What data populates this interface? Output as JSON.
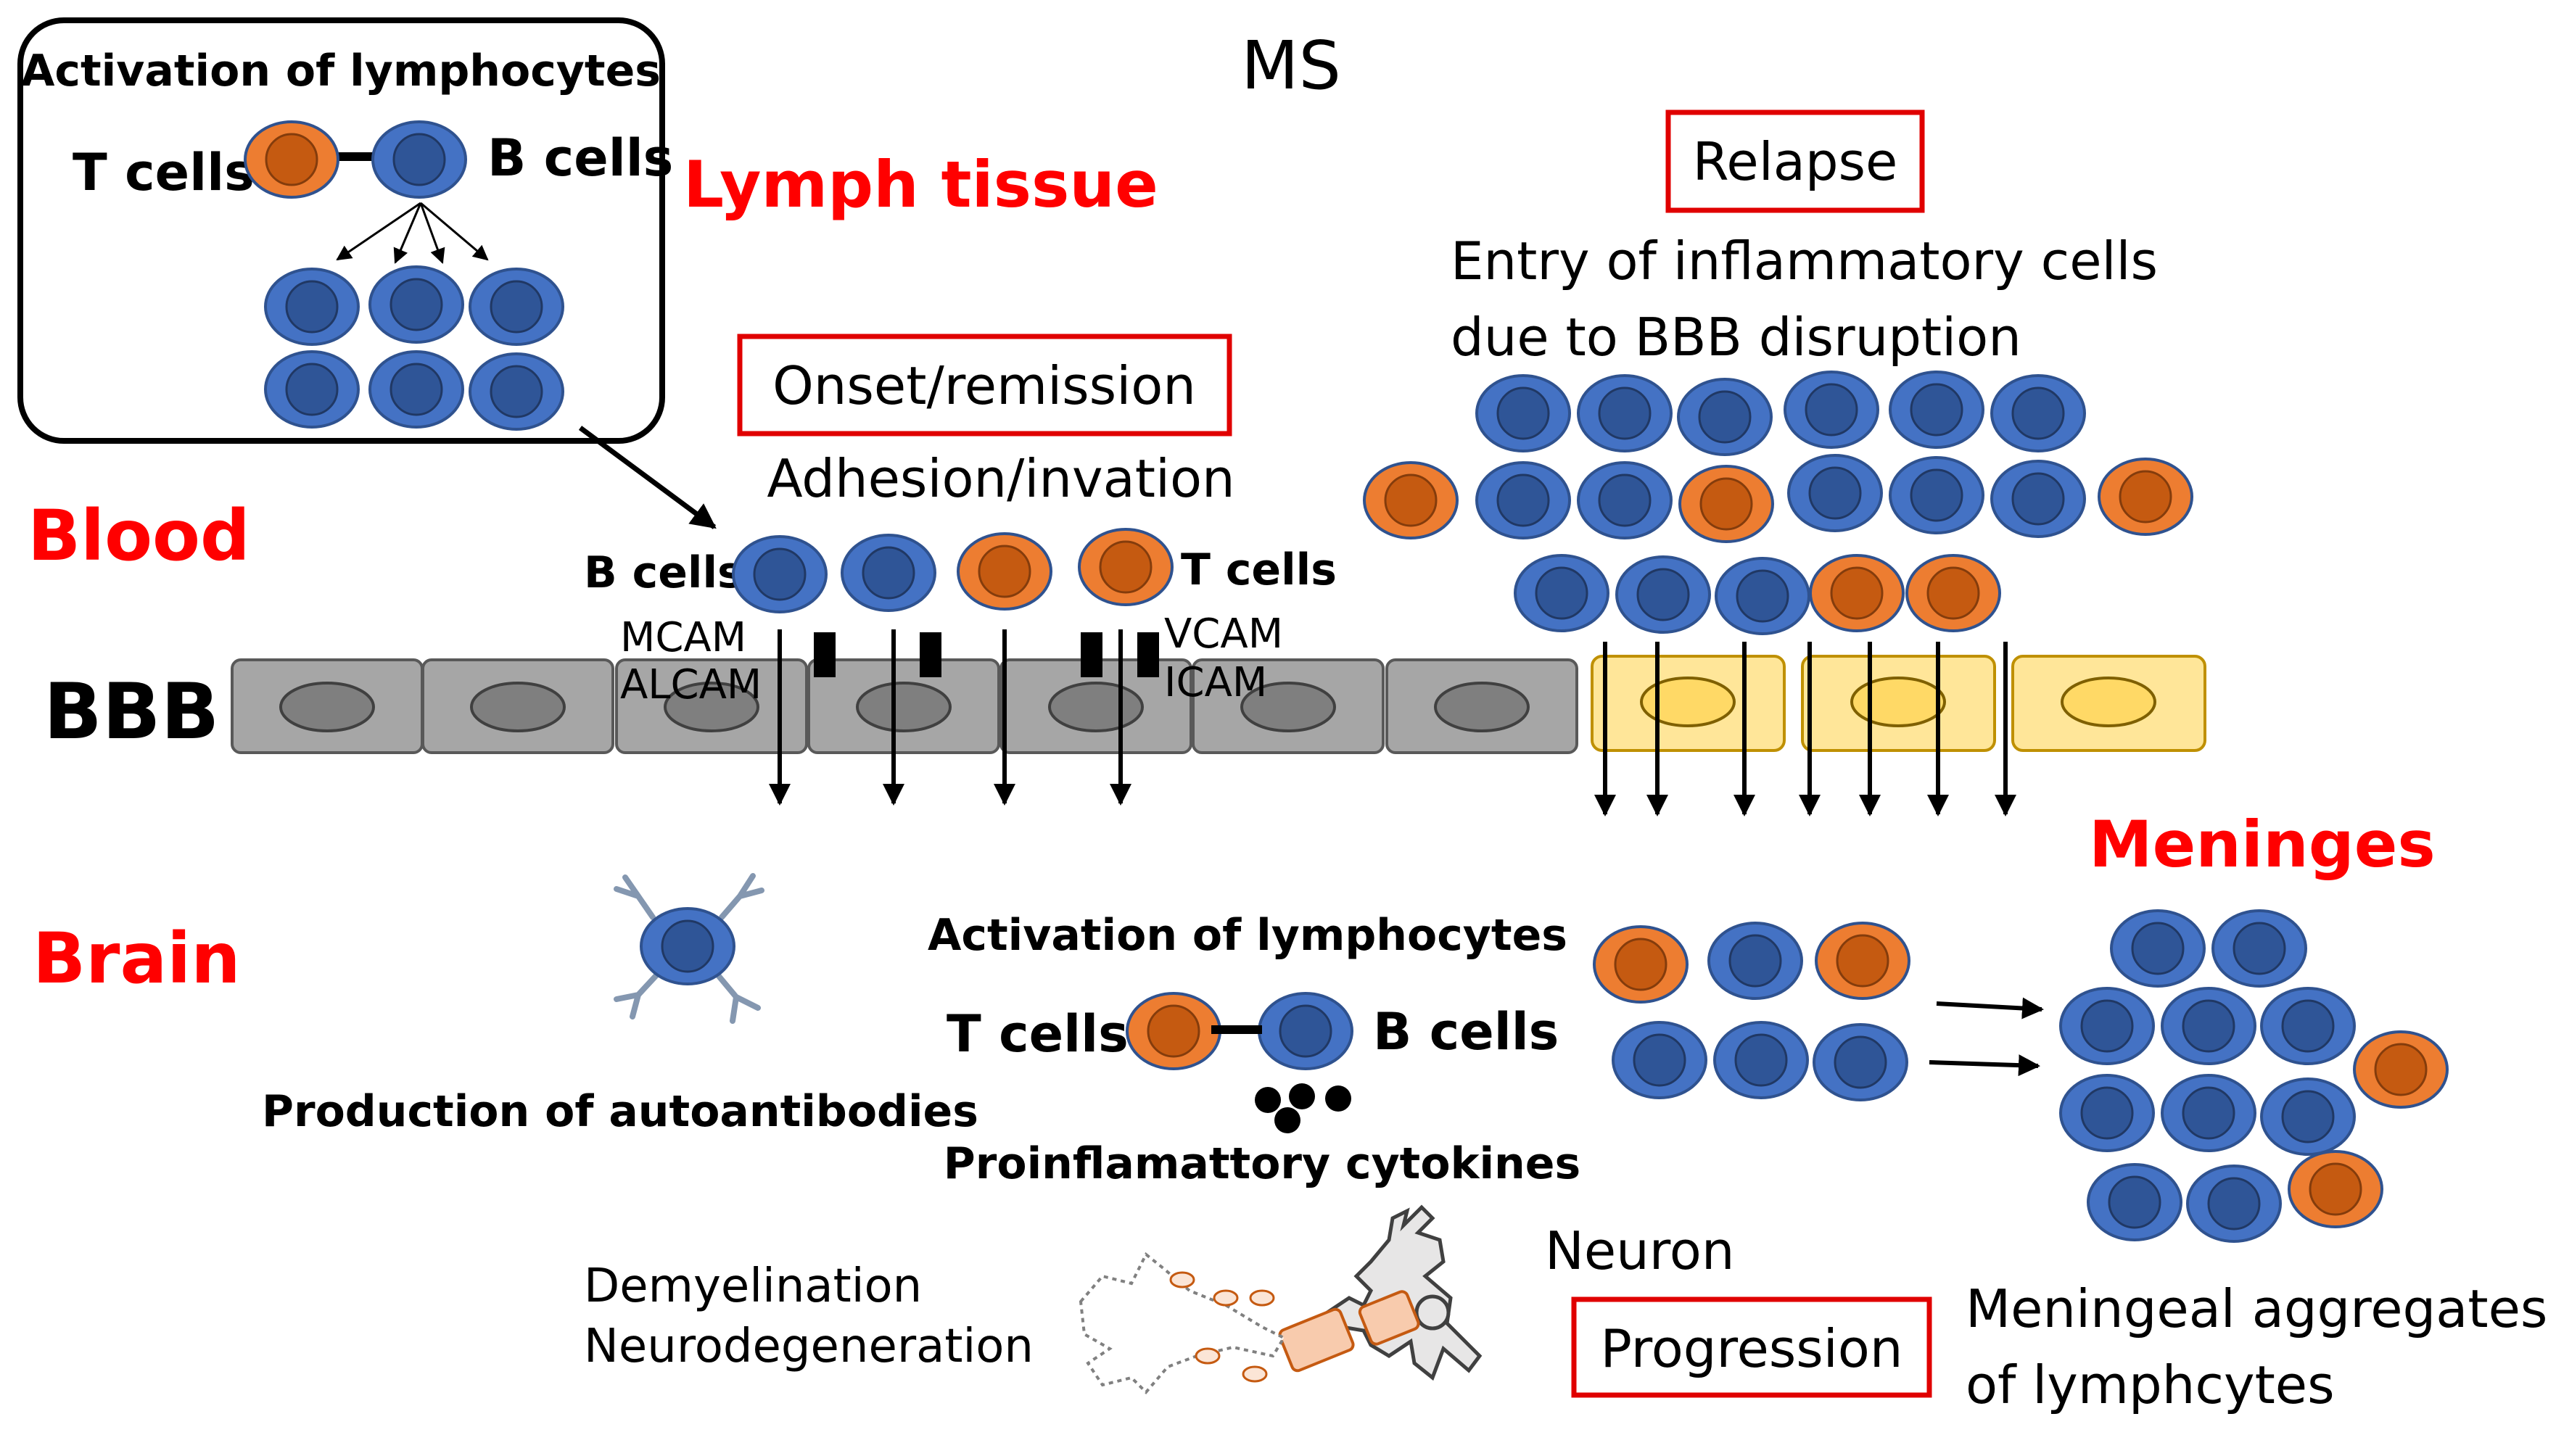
{
  "title": "MS",
  "labels": {
    "lymph_tissue": "Lymph tissue",
    "blood": "Blood",
    "bbb": "BBB",
    "brain": "Brain",
    "meninges": "Meninges"
  },
  "lymph_box": {
    "title": "Activation of lymphocytes",
    "t_cells": "T cells",
    "b_cells": "B cells"
  },
  "onset": {
    "stage": "Onset/remission",
    "subtitle": "Adhesion/invation",
    "b_cells": "B cells",
    "t_cells": "T cells",
    "mcam": "MCAM",
    "alcam": "ALCAM",
    "vcam": "VCAM",
    "icam": "ICAM"
  },
  "relapse": {
    "stage": "Relapse",
    "line1": "Entry of inflammatory cells",
    "line2": "due to BBB disruption"
  },
  "brain_area": {
    "autoantibodies": "Production of autoantibodies",
    "activation": "Activation of lymphocytes",
    "t_cells": "T cells",
    "b_cells": "B cells",
    "cytokines": "Proinflamattory cytokines",
    "demyelination": "Demyelination",
    "neurodegeneration": "Neurodegeneration",
    "neuron": "Neuron"
  },
  "progression": {
    "stage": "Progression",
    "line1": "Meningeal aggregates",
    "line2": "of lymphcytes"
  },
  "colors": {
    "b_cell": "#4472c4",
    "b_nucleus": "#2f5597",
    "t_cell": "#ed7d31",
    "t_nucleus": "#c55a11",
    "cell_outline": "#2f528f",
    "label_red": "#ff0000",
    "bbb_gray": "#a6a6a6",
    "bbb_yellow": "#ffe699",
    "nucleus_yellow": "#ffd966"
  }
}
